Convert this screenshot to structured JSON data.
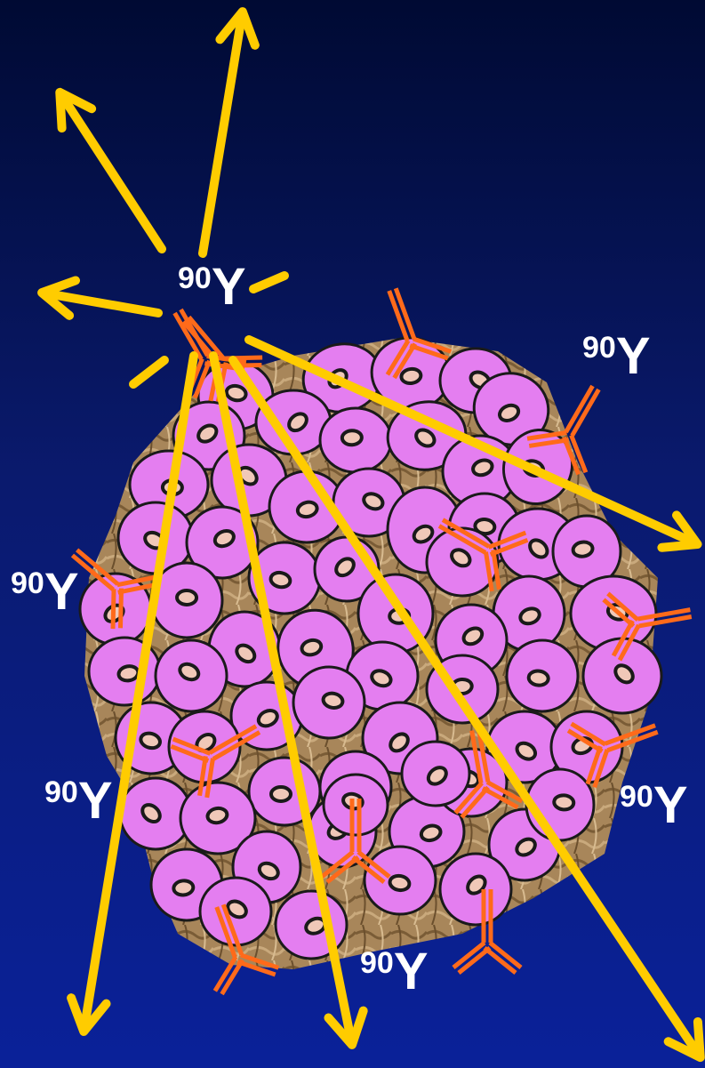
{
  "colors": {
    "background_top": "#000a33",
    "background_bottom": "#0a2199",
    "cell_fill": "#e47ef0",
    "nucleus_fill": "#f0c8b8",
    "tissue_fill": "#a8865a",
    "beam_color": "#ffcc00",
    "antibody_color": "#ff6a1a"
  },
  "isotope": {
    "mass": "90",
    "symbol": "Y"
  },
  "labels": [
    {
      "id": "center"
    },
    {
      "id": "upper-right"
    },
    {
      "id": "left"
    },
    {
      "id": "lower-left"
    },
    {
      "id": "right"
    },
    {
      "id": "bottom"
    }
  ]
}
